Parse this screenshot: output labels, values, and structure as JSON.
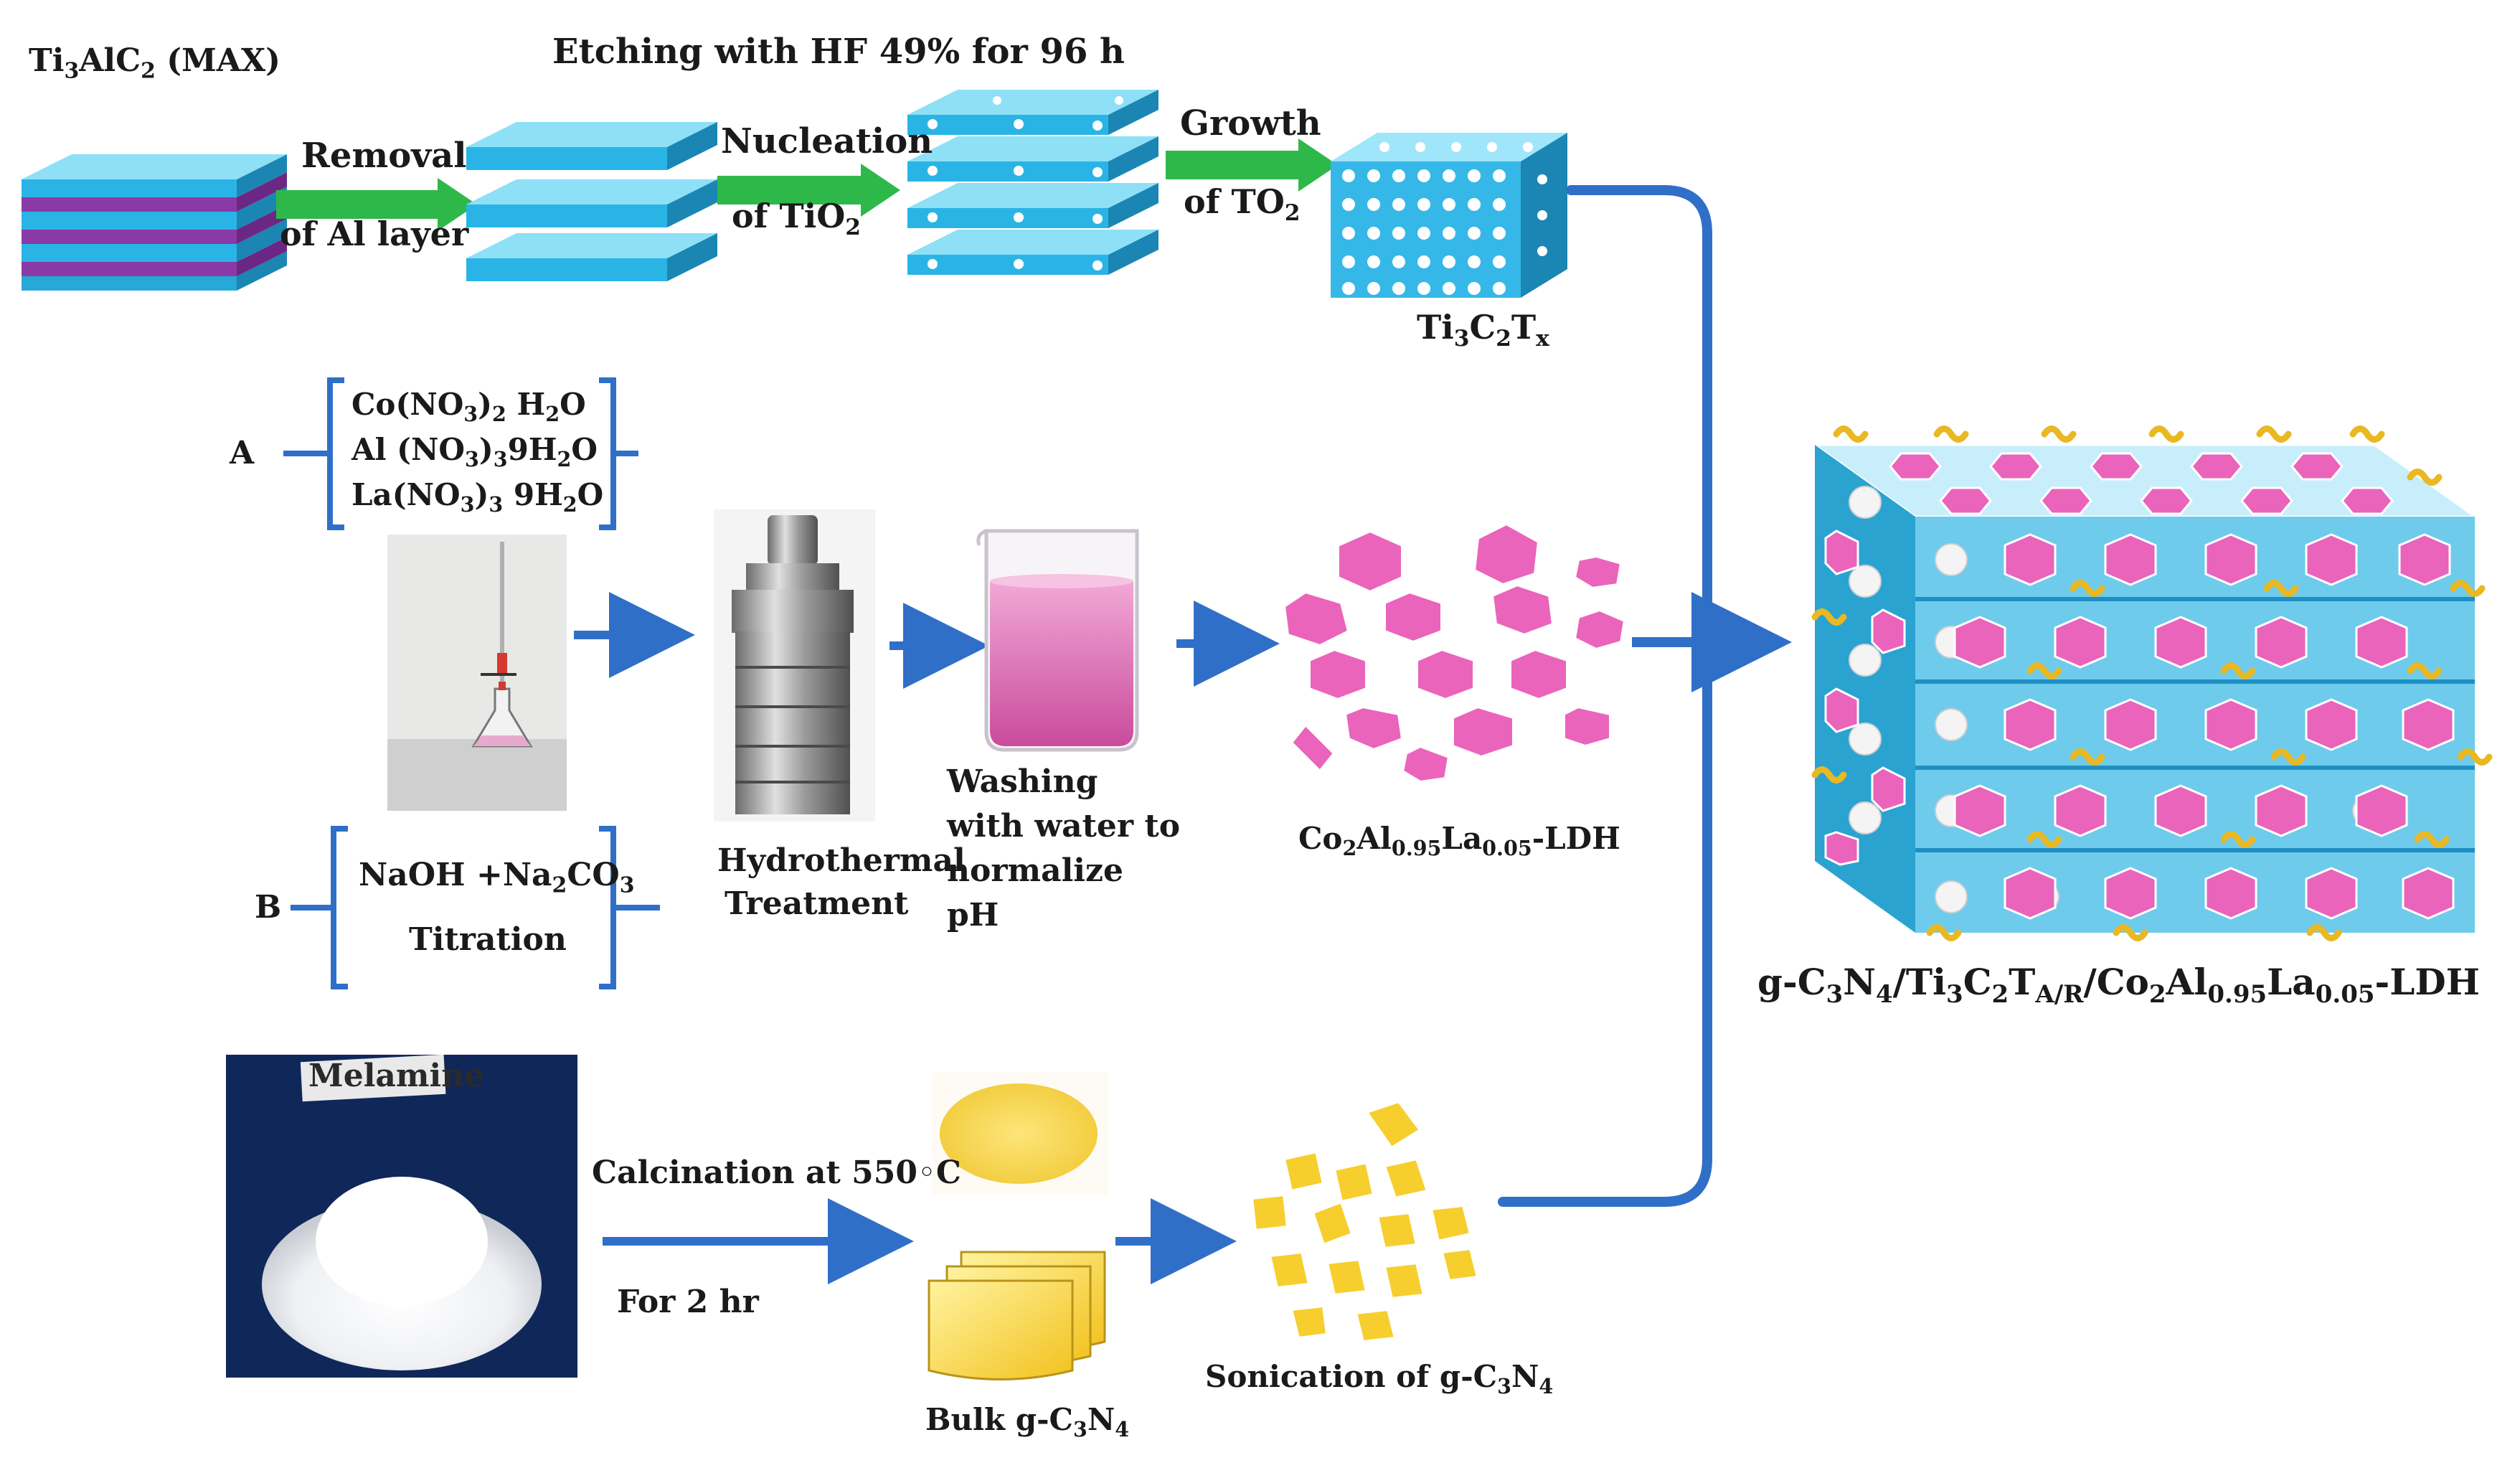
{
  "top_row": {
    "max_label": "Ti3AlC2 (MAX)",
    "etching_label": "Etching with HF 49% for 96 h",
    "removal_label": "Removal",
    "al_layer_label": "of  Al layer",
    "nucleation_label": "Nucleation",
    "nucleation_tio2_label": "of TiO2",
    "growth_label": "Growth",
    "growth_to2_label": "of TO2",
    "mxene_label": "Ti3C2Tx"
  },
  "ldh_row": {
    "a_label": "A",
    "precursors": [
      "Co(NO3)2 H2O",
      "Al (NO3)39H2O",
      "La(NO3)3 9H2O"
    ],
    "b_label": "B",
    "base_label": "NaOH +Na2CO3",
    "titration_label": "Titration",
    "hydrothermal_label": [
      "Hydrothermal",
      "Treatment"
    ],
    "washing_label": [
      "Washing",
      "with water to",
      "normalize",
      "pH"
    ],
    "ldh_label": "Co2Al0.95La0.05-LDH"
  },
  "gcn_row": {
    "melamine_label": "Melamine",
    "calcination_label": "Calcination at 550◦C",
    "duration_label": "For 2 hr",
    "bulk_label": "Bulk g-C3N4",
    "sonication_label": "Sonication of g-C3N4"
  },
  "product": {
    "label": "g-C3N4/Ti3C2TA/R/Co2Al0.95La0.05-LDH"
  },
  "colors": {
    "layer_blue": "#2ab4e6",
    "layer_purple": "#8a3aa6",
    "green_arrow": "#2fb84a",
    "blue_arrow": "#2f6fc8",
    "ldh_pink": "#ea64bb",
    "gcn_yellow": "#f6cf2e"
  }
}
